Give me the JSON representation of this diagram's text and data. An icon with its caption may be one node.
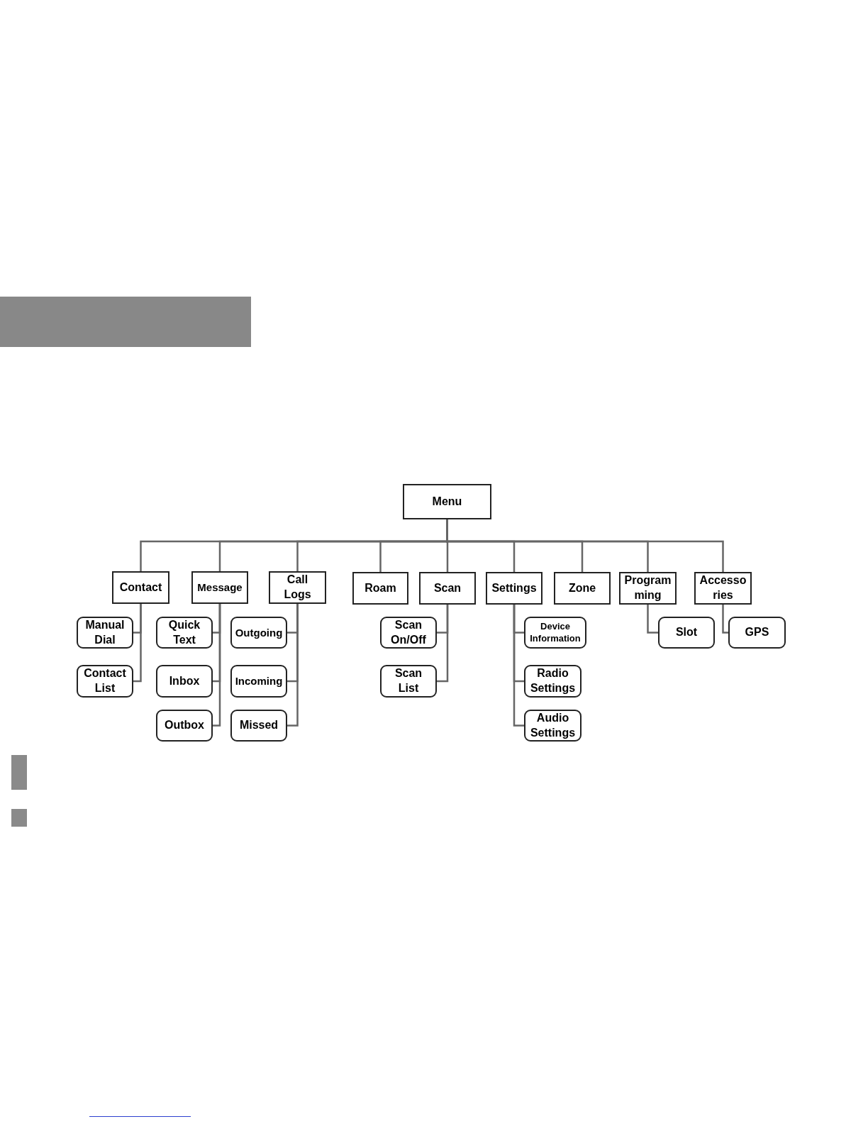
{
  "diagram": {
    "nodes": [
      {
        "text": [
          "Menu"
        ]
      },
      {
        "text": [
          "Contact"
        ]
      },
      {
        "text": [
          "Message"
        ]
      },
      {
        "text": [
          "Call Logs"
        ]
      },
      {
        "text": [
          "Roam"
        ]
      },
      {
        "text": [
          "Scan"
        ]
      },
      {
        "text": [
          "Settings"
        ]
      },
      {
        "text": [
          "Zone"
        ]
      },
      {
        "text": [
          "Program ming"
        ]
      },
      {
        "text": [
          "Accesso ries"
        ]
      },
      {
        "text": [
          "Manual Dial"
        ]
      },
      {
        "text": [
          "Contact List"
        ]
      },
      {
        "text": [
          "Quick Text"
        ]
      },
      {
        "text": [
          "Inbox"
        ]
      },
      {
        "text": [
          "Outbox"
        ]
      },
      {
        "text": [
          "Outgoing"
        ]
      },
      {
        "text": [
          "Incoming"
        ]
      },
      {
        "text": [
          "Missed"
        ]
      },
      {
        "text": [
          "Scan On/Off"
        ]
      },
      {
        "text": [
          "Scan List"
        ]
      },
      {
        "text": [
          "Device Information"
        ]
      },
      {
        "text": [
          "Radio Settings"
        ]
      },
      {
        "text": [
          "Audio Settings"
        ]
      },
      {
        "text": [
          "Slot"
        ]
      },
      {
        "text": [
          "GPS"
        ]
      }
    ],
    "edges": [
      {
        "from": 0,
        "to": 1,
        "arrow": "none"
      },
      {
        "from": 0,
        "to": 2,
        "arrow": "none"
      },
      {
        "from": 0,
        "to": 3,
        "arrow": "none"
      },
      {
        "from": 0,
        "to": 4,
        "arrow": "none"
      },
      {
        "from": 0,
        "to": 5,
        "arrow": "none"
      },
      {
        "from": 0,
        "to": 6,
        "arrow": "none"
      },
      {
        "from": 0,
        "to": 7,
        "arrow": "none"
      },
      {
        "from": 0,
        "to": 8,
        "arrow": "none"
      },
      {
        "from": 0,
        "to": 9,
        "arrow": "none"
      },
      {
        "from": 1,
        "to": 10,
        "arrow": "none"
      },
      {
        "from": 1,
        "to": 11,
        "arrow": "none"
      },
      {
        "from": 2,
        "to": 12,
        "arrow": "none"
      },
      {
        "from": 2,
        "to": 13,
        "arrow": "none"
      },
      {
        "from": 2,
        "to": 14,
        "arrow": "none"
      },
      {
        "from": 3,
        "to": 15,
        "arrow": "none"
      },
      {
        "from": 3,
        "to": 16,
        "arrow": "none"
      },
      {
        "from": 3,
        "to": 17,
        "arrow": "none"
      },
      {
        "from": 5,
        "to": 18,
        "arrow": "none"
      },
      {
        "from": 5,
        "to": 19,
        "arrow": "none"
      },
      {
        "from": 6,
        "to": 20,
        "arrow": "none"
      },
      {
        "from": 6,
        "to": 21,
        "arrow": "none"
      },
      {
        "from": 6,
        "to": 22,
        "arrow": "none"
      },
      {
        "from": 8,
        "to": 23,
        "arrow": "none"
      },
      {
        "from": 9,
        "to": 24,
        "arrow": "none"
      }
    ]
  }
}
